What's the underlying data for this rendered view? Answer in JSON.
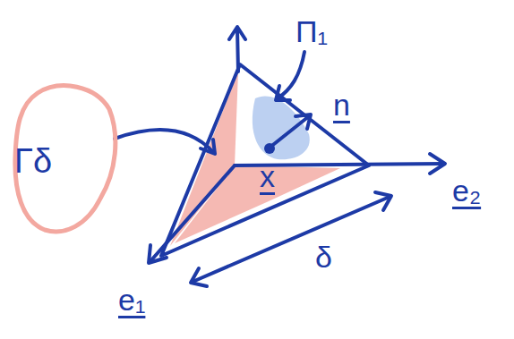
{
  "diagram": {
    "nodes": [
      {
        "text": [
          "Γδ"
        ]
      }
    ],
    "labels": [
      "Π₁",
      "n",
      "x",
      "e₂",
      "e₁",
      "δ"
    ]
  }
}
